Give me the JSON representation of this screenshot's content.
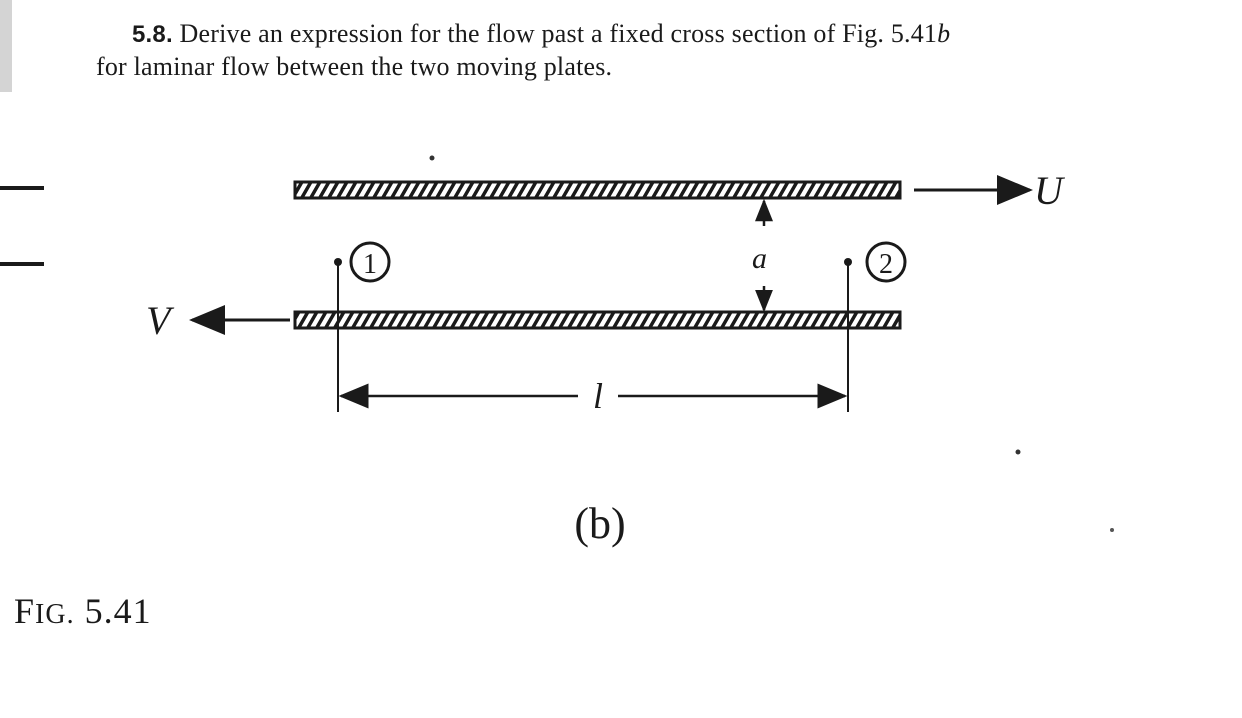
{
  "problem": {
    "number": "5.8.",
    "line1": "Derive an expression for the flow past a fixed cross section of Fig. 5.41",
    "fig_suffix": "b",
    "line2": "for laminar flow between the two moving plates."
  },
  "figure": {
    "top_plate_velocity": "U",
    "bottom_plate_velocity": "V",
    "gap_label": "a",
    "section_1": "1",
    "section_2": "2",
    "length_label": "l",
    "subfigure_label": "(b)",
    "caption_prefix": "F",
    "caption_small": "IG.",
    "caption_number": "5.41"
  },
  "colors": {
    "ink": "#1a1a1a",
    "scan_edge": "#d4d4d4"
  }
}
